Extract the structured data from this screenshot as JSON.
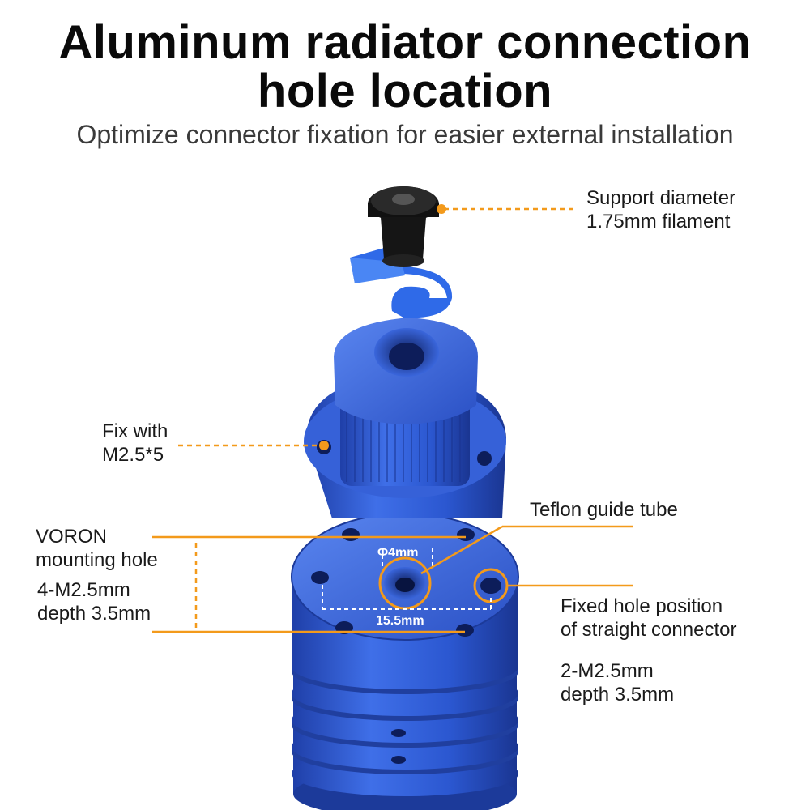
{
  "header": {
    "title_line1": "Aluminum radiator connection",
    "title_line2": "hole location",
    "subtitle": "Optimize connector fixation for easier external installation"
  },
  "callouts": {
    "support_line1": "Support diameter",
    "support_line2": "1.75mm filament",
    "fix_line1": "Fix with",
    "fix_line2": "M2.5*5",
    "teflon": "Teflon guide tube",
    "voron_line1": "VORON",
    "voron_line2": "mounting hole",
    "voron_spec1": "4-M2.5mm",
    "voron_spec2": "depth 3.5mm",
    "fixed_line1": "Fixed hole position",
    "fixed_line2": "of straight connector",
    "fixed_spec1": "2-M2.5mm",
    "fixed_spec2": "depth 3.5mm"
  },
  "dimensions": {
    "inner_diameter": "Φ4mm",
    "hole_spacing": "15.5mm"
  },
  "colors": {
    "accent_orange": "#f39a1b",
    "aluminum_blue": "#2f5bd6",
    "blue_dark": "#1c3a9a",
    "fitting_black": "#1a1a1a"
  }
}
